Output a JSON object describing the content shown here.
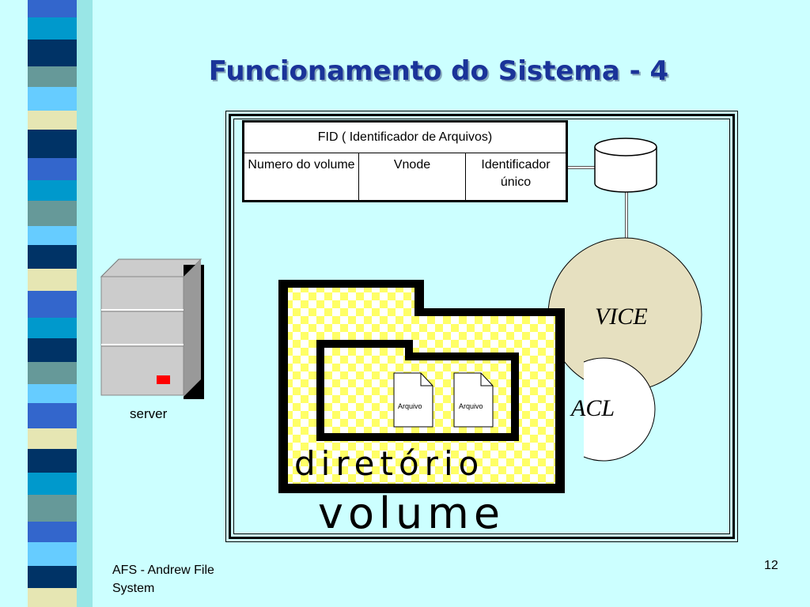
{
  "slide": {
    "title": "Funcionamento do Sistema - 4",
    "footer_left": "AFS - Andrew File System",
    "page_number": "12"
  },
  "fid_table": {
    "header": "FID ( Identificador de Arquivos)",
    "columns": [
      "Numero do volume",
      "Vnode",
      "Identificador único"
    ]
  },
  "diagram": {
    "server_label": "server",
    "vice_label": "VICE",
    "acl_label": "ACL",
    "directory_label": "diretório",
    "volume_label": "volume",
    "file_labels": [
      "Arquivo",
      "Arquivo"
    ]
  },
  "colors": {
    "title": "#1a3399",
    "background": "#ccffff",
    "vice_fill": "#e6e0c0",
    "folder_check": "#ffff66",
    "stripe_blues": [
      "#003366",
      "#3366cc",
      "#66ccff",
      "#0099cc",
      "#669999",
      "#e6e6b3"
    ]
  }
}
